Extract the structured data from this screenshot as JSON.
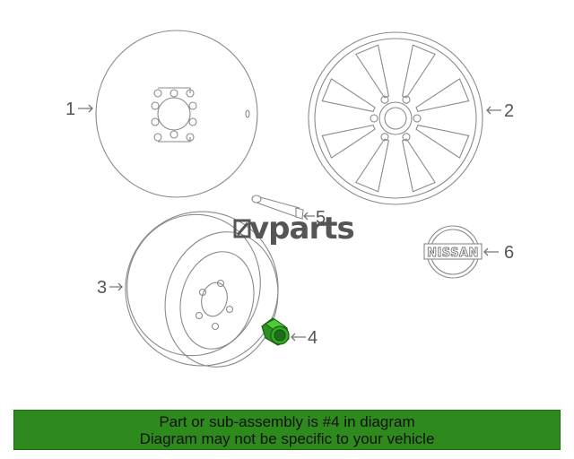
{
  "callouts": {
    "c1": "1",
    "c2": "2",
    "c3": "3",
    "c4": "4",
    "c5": "5",
    "c6": "6"
  },
  "watermark": "vparts",
  "emblem_text": "NISSAN",
  "banner": {
    "line1": "Part or sub-assembly is #4 in diagram",
    "line2": "Diagram may not be specific to your vehicle",
    "background": "#2f8a1e"
  },
  "colors": {
    "highlight_part": "#3bbf2c",
    "line_art": "#8a8a8a"
  }
}
